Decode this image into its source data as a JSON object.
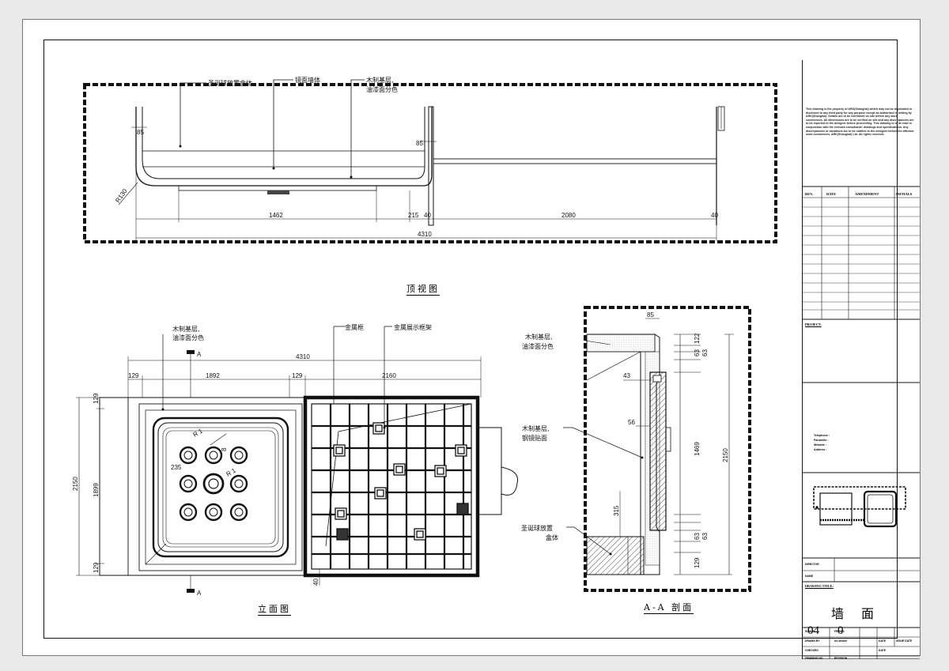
{
  "title_block": {
    "disclaimer": "This drawing is the property of ARK(Shanghai) which may not be duplicated or disclosed to any third party for any purpose except as authorized in writing by ARK(Shanghai). Details are to be confirmed on site before any work commences. All dimensions are to be verified on site and any discrepancies are to be reported to the designer before proceeding. This drawing is to be read in conjunction with the relevant consultants' drawings and specifications. Any discrepancies or variations are to be notified to the designer before the affected work commences. ARK(Shanghai) Ltd. All rights reserved.",
    "rev_headers": [
      "REV.",
      "DATE",
      "AMENDMENT",
      "INITIALS"
    ],
    "project_label": "PROJECT:",
    "contact_lines": [
      "Telephone :",
      "Facsimile :",
      "Website :",
      "Address :"
    ],
    "director_label": "DIRECTOR",
    "name_label": "NAME",
    "drawing_title_label": "DRAWING TITLE:",
    "drawing_title": "墙面",
    "scale_label": "SCALE",
    "scale_value": "FROM 1",
    "drawn_by_label": "DRAWN BY",
    "drawn_by_value": "As shown",
    "checked_label": "CHECKED",
    "date_label": "DATE",
    "issue_date_label": "ISSUE DATE",
    "drawing_no_label": "DRAWING NO.",
    "revision_label": "REVISION",
    "drawing_no": "04",
    "revision": "0"
  },
  "top_view": {
    "caption": "顶视图",
    "labels": {
      "box": "圣诞球放置盒体",
      "mirror": "镜面墙体",
      "wood1": "木制基层,",
      "wood2": "油漆面分色"
    },
    "dims": {
      "d85a": "85",
      "d85b": "85",
      "r130": "R130",
      "d1462": "1462",
      "d215": "215",
      "d40a": "40",
      "d2080": "2080",
      "d40b": "40",
      "d4310": "4310"
    }
  },
  "elevation": {
    "caption": "立面图",
    "section_mark": "A",
    "labels": {
      "wood1": "木制基层,",
      "wood2": "油漆面分色",
      "metal_frame": "金属框",
      "display_frame": "金属展示框架"
    },
    "dims": {
      "d4310": "4310",
      "d129a": "129",
      "d1892": "1892",
      "d129b": "129",
      "d2160": "2160",
      "d129c": "129",
      "d1899": "1899",
      "d129d": "129",
      "d2150": "2150",
      "d235": "235",
      "r1a": "R 1",
      "r1b": "R 1",
      "d8": "8",
      "d40": "40"
    }
  },
  "section": {
    "caption": "A-A 剖面",
    "labels": {
      "wood1a": "木制基层,",
      "wood1b": "油漆面分色",
      "wood2a": "木制基层,",
      "wood2b": "钢镜贴面",
      "box_a": "圣诞球放置",
      "box_b": "盒体"
    },
    "dims": {
      "d85": "85",
      "d43": "43",
      "d56": "56",
      "d315": "315",
      "d122": "122",
      "d63a": "63",
      "d63b": "63",
      "d1469": "1469",
      "d2150": "2150",
      "d63c": "63",
      "d63d": "63",
      "d129": "129"
    }
  }
}
